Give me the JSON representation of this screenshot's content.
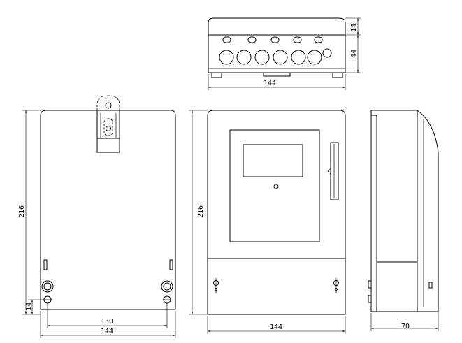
{
  "dimensions": {
    "top_width": "144",
    "top_height_small": "14",
    "top_height_large": "44",
    "back_height": "216",
    "back_mount_offset": "14",
    "back_hole_spacing": "130",
    "back_width": "144",
    "front_height": "216",
    "front_width": "144",
    "side_depth": "70"
  }
}
